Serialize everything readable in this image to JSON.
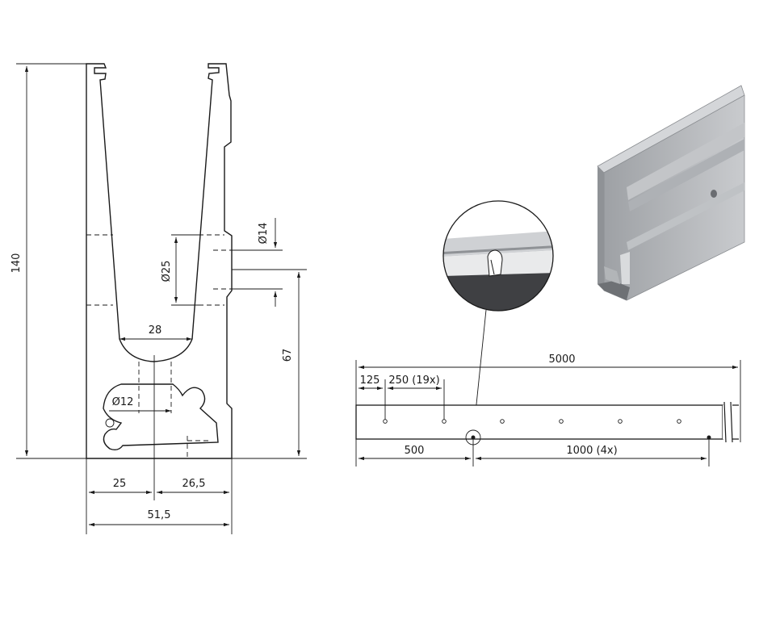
{
  "profile_section": {
    "dims": {
      "height": "140",
      "hole_height": "67",
      "hole_diameter_inner": "Ø25",
      "hole_diameter_outer": "Ø14",
      "slot_width": "28",
      "channel_diameter": "Ø12",
      "left_part": "25",
      "right_part": "26,5",
      "total_width": "51,5"
    }
  },
  "rail_elevation": {
    "dims": {
      "total_length": "5000",
      "first_hole": "125",
      "hole_pitch": "250 (19x)",
      "start_offset": "500",
      "segment_pitch": "1000 (4x)"
    },
    "small_hole_count": 6
  },
  "detail_view": {
    "kind": "magnified-hole-detail"
  },
  "render_3d": {
    "kind": "profile-3d-view",
    "color": "#b9bcc0"
  }
}
